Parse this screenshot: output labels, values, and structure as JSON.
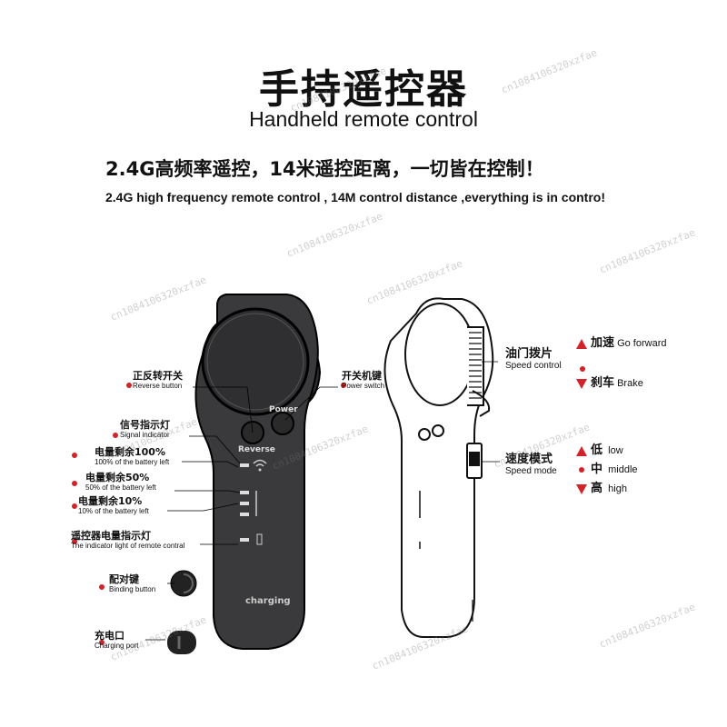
{
  "header": {
    "title_cn": "手持遥控器",
    "title_en": "Handheld remote control",
    "tagline_cn": "2.4G高频率遥控，14米遥控距离，一切皆在控制！",
    "tagline_en": "2.4G high frequency remote control , 14M control distance ,everything is in contro!"
  },
  "left_labels": {
    "reverse": {
      "cn": "正反转开关",
      "en": "Reverse button"
    },
    "signal": {
      "cn": "信号指示灯",
      "en": "Signal indicator"
    },
    "battery100": {
      "cn": "电量剩余100%",
      "en": "100% of the battery left"
    },
    "battery50": {
      "cn": "电量剩余50%",
      "en": "50% of the battery left"
    },
    "battery10": {
      "cn": "电量剩余10%",
      "en": "10% of the battery left"
    },
    "remote_indicator": {
      "cn": "遥控器电量指示灯",
      "en": "The indicator light of remote contral"
    },
    "binding": {
      "cn": "配对键",
      "en": "Binding button"
    },
    "charging_port": {
      "cn": "充电口",
      "en": "Charging port"
    },
    "power_switch": {
      "cn": "开关机键",
      "en": "Power switch"
    }
  },
  "device_text": {
    "power": "Power",
    "reverse": "Reverse",
    "charging": "charging"
  },
  "right_labels": {
    "speed_control": {
      "cn": "油门拨片",
      "en": "Speed control"
    },
    "speed_mode": {
      "cn": "速度模式",
      "en": "Speed mode"
    }
  },
  "throttle_legend": {
    "forward": {
      "cn": "加速",
      "en": "Go forward"
    },
    "brake": {
      "cn": "刹车",
      "en": "Brake"
    }
  },
  "mode_legend": {
    "low": {
      "cn": "低",
      "en": "low"
    },
    "middle": {
      "cn": "中",
      "en": "middle"
    },
    "high": {
      "cn": "高",
      "en": "high"
    }
  },
  "watermark": "cn1084106320xzfae",
  "colors": {
    "accent": "#d2232a",
    "device_dark": "#3a3a3c",
    "device_outline": "#111111"
  }
}
